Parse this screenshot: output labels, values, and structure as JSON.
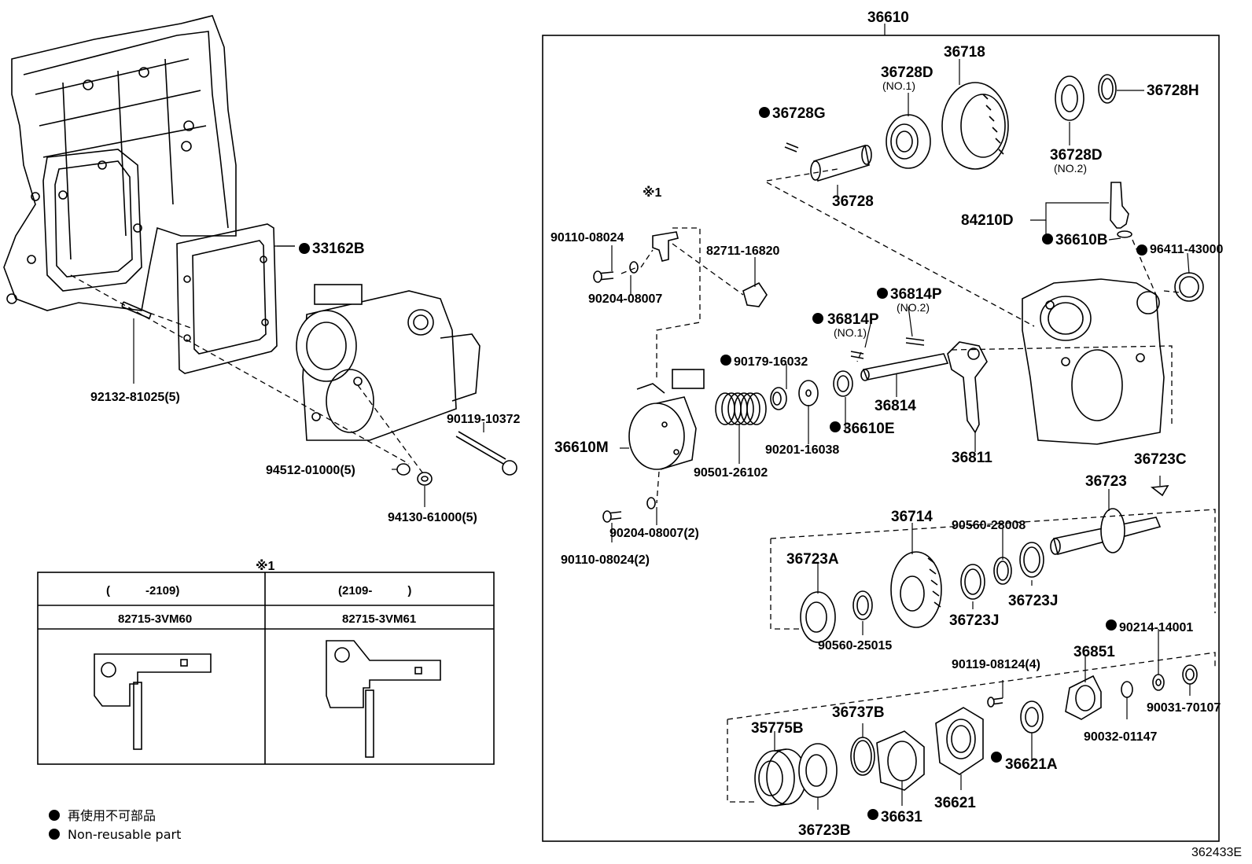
{
  "labels": {
    "p36610": "36610",
    "p36718": "36718",
    "p36728D_1": "36728D",
    "p36728D_1_sub": "(NO.1)",
    "p36728G": "36728G",
    "p36728": "36728",
    "p36728H": "36728H",
    "p36728D_2": "36728D",
    "p36728D_2_sub": "(NO.2)",
    "p84210D": "84210D",
    "p36610B": "36610B",
    "p96411": "96411-43000",
    "p33162B": "33162B",
    "p92132": "92132-81025(5)",
    "p90119_10372": "90119-10372",
    "p94512": "94512-01000(5)",
    "p94130": "94130-61000(5)",
    "p90110_08024": "90110-08024",
    "p90204_08007": "90204-08007",
    "p82711": "82711-16820",
    "p36814P_1": "36814P",
    "p36814P_1_sub": "(NO.1)",
    "p36814P_2": "36814P",
    "p36814P_2_sub": "(NO.2)",
    "p90179": "90179-16032",
    "p36814": "36814",
    "p36610E": "36610E",
    "p90201": "90201-16038",
    "p36811": "36811",
    "p36610M": "36610M",
    "p90501": "90501-26102",
    "p90204_08007_2": "90204-08007(2)",
    "p90110_08024_2": "90110-08024(2)",
    "p36723C": "36723C",
    "p36723": "36723",
    "p36714": "36714",
    "p90560_28008": "90560-28008",
    "p36723A": "36723A",
    "p90560_25015": "90560-25015",
    "p36723J_1": "36723J",
    "p36723J_2": "36723J",
    "p90214": "90214-14001",
    "p36851": "36851",
    "p90119_08124": "90119-08124(4)",
    "p90031": "90031-70107",
    "p90032": "90032-01147",
    "p35775B": "35775B",
    "p36737B": "36737B",
    "p36621A": "36621A",
    "p36621": "36621",
    "p36723B": "36723B",
    "p36631": "36631",
    "note_mark_1": "※1",
    "note_mark_2": "※1"
  },
  "variant_table": {
    "mark": "※1",
    "columns": [
      {
        "range": "(　　　-2109)",
        "part": "82715-3VM60"
      },
      {
        "range": "(2109-　　　)",
        "part": "82715-3VM61"
      }
    ]
  },
  "legend": {
    "line_jp": "再使用不可部品",
    "line_en": "Non-reusable part"
  },
  "doc_id": "362433E"
}
